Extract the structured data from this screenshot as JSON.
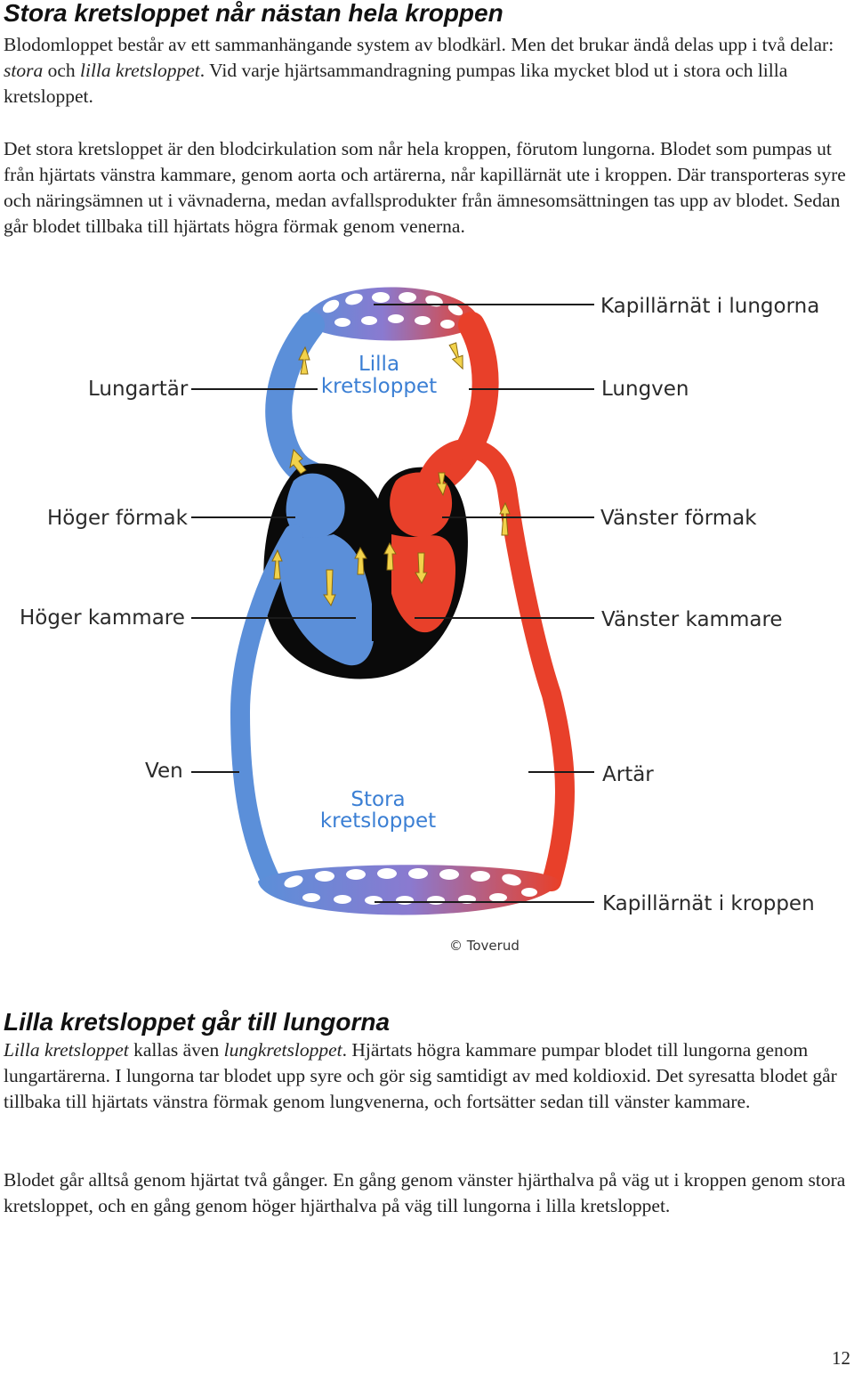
{
  "section1": {
    "heading": "Stora kretsloppet når nästan hela kroppen",
    "p1": {
      "a": "Blodomloppet består av ett sammanhängande system av blodkärl. Men det brukar ändå delas upp i två delar: ",
      "b": "stora",
      "c": " och ",
      "d": "lilla kretsloppet",
      "e": ". Vid varje hjärtsammandragning pumpas lika mycket blod ut i stora och lilla kretsloppet."
    },
    "p2": "Det stora kretsloppet är den blodcirkulation som når hela kroppen, förutom lungorna. Blodet som pumpas ut från hjärtats vänstra kammare, genom aorta och artärerna, når kapillärnät ute i kroppen. Där transporteras syre och näringsämnen ut i vävnaderna, medan avfallsprodukter från ämnesomsättningen tas upp av blodet. Sedan går blodet tillbaka till hjärtats högra förmak genom venerna."
  },
  "figure": {
    "labels": {
      "kapillarnat_lungorna": "Kapillärnät i lungorna",
      "lungartar": "Lungartär",
      "lungven": "Lungven",
      "lilla_1": "Lilla",
      "lilla_2": "kretsloppet",
      "hoger_formak": "Höger förmak",
      "vanster_formak": "Vänster förmak",
      "hoger_kammare": "Höger kammare",
      "vanster_kammare": "Vänster kammare",
      "ven": "Ven",
      "artar": "Artär",
      "stora_1": "Stora",
      "stora_2": "kretsloppet",
      "kapillarnat_kroppen": "Kapillärnät i kroppen",
      "copyright": "© Toverud"
    },
    "colors": {
      "venous_blue": "#5b8fd9",
      "arterial_red": "#e8402a",
      "heart_black": "#0a0a0a",
      "label_text": "#2a2a2a",
      "circuit_label": "#3b7fd4"
    }
  },
  "section2": {
    "heading": "Lilla kretsloppet går till lungorna",
    "p1": {
      "a": "Lilla kretsloppet",
      "b": " kallas även ",
      "c": "lungkretsloppet",
      "d": ". Hjärtats högra kammare pumpar blodet till lungorna genom lungartärerna. I lungorna tar blodet upp syre och gör sig samtidigt av med koldioxid. Det syresatta blodet går tillbaka till hjärtats vänstra förmak genom lungvenerna, och fortsätter sedan till vänster kammare."
    },
    "p2": "Blodet går alltså genom hjärtat två gånger. En gång genom vänster hjärthalva på väg ut i kroppen genom stora kretsloppet, och en gång genom höger hjärthalva på väg till lungorna i lilla kretsloppet."
  },
  "page_number": "12"
}
